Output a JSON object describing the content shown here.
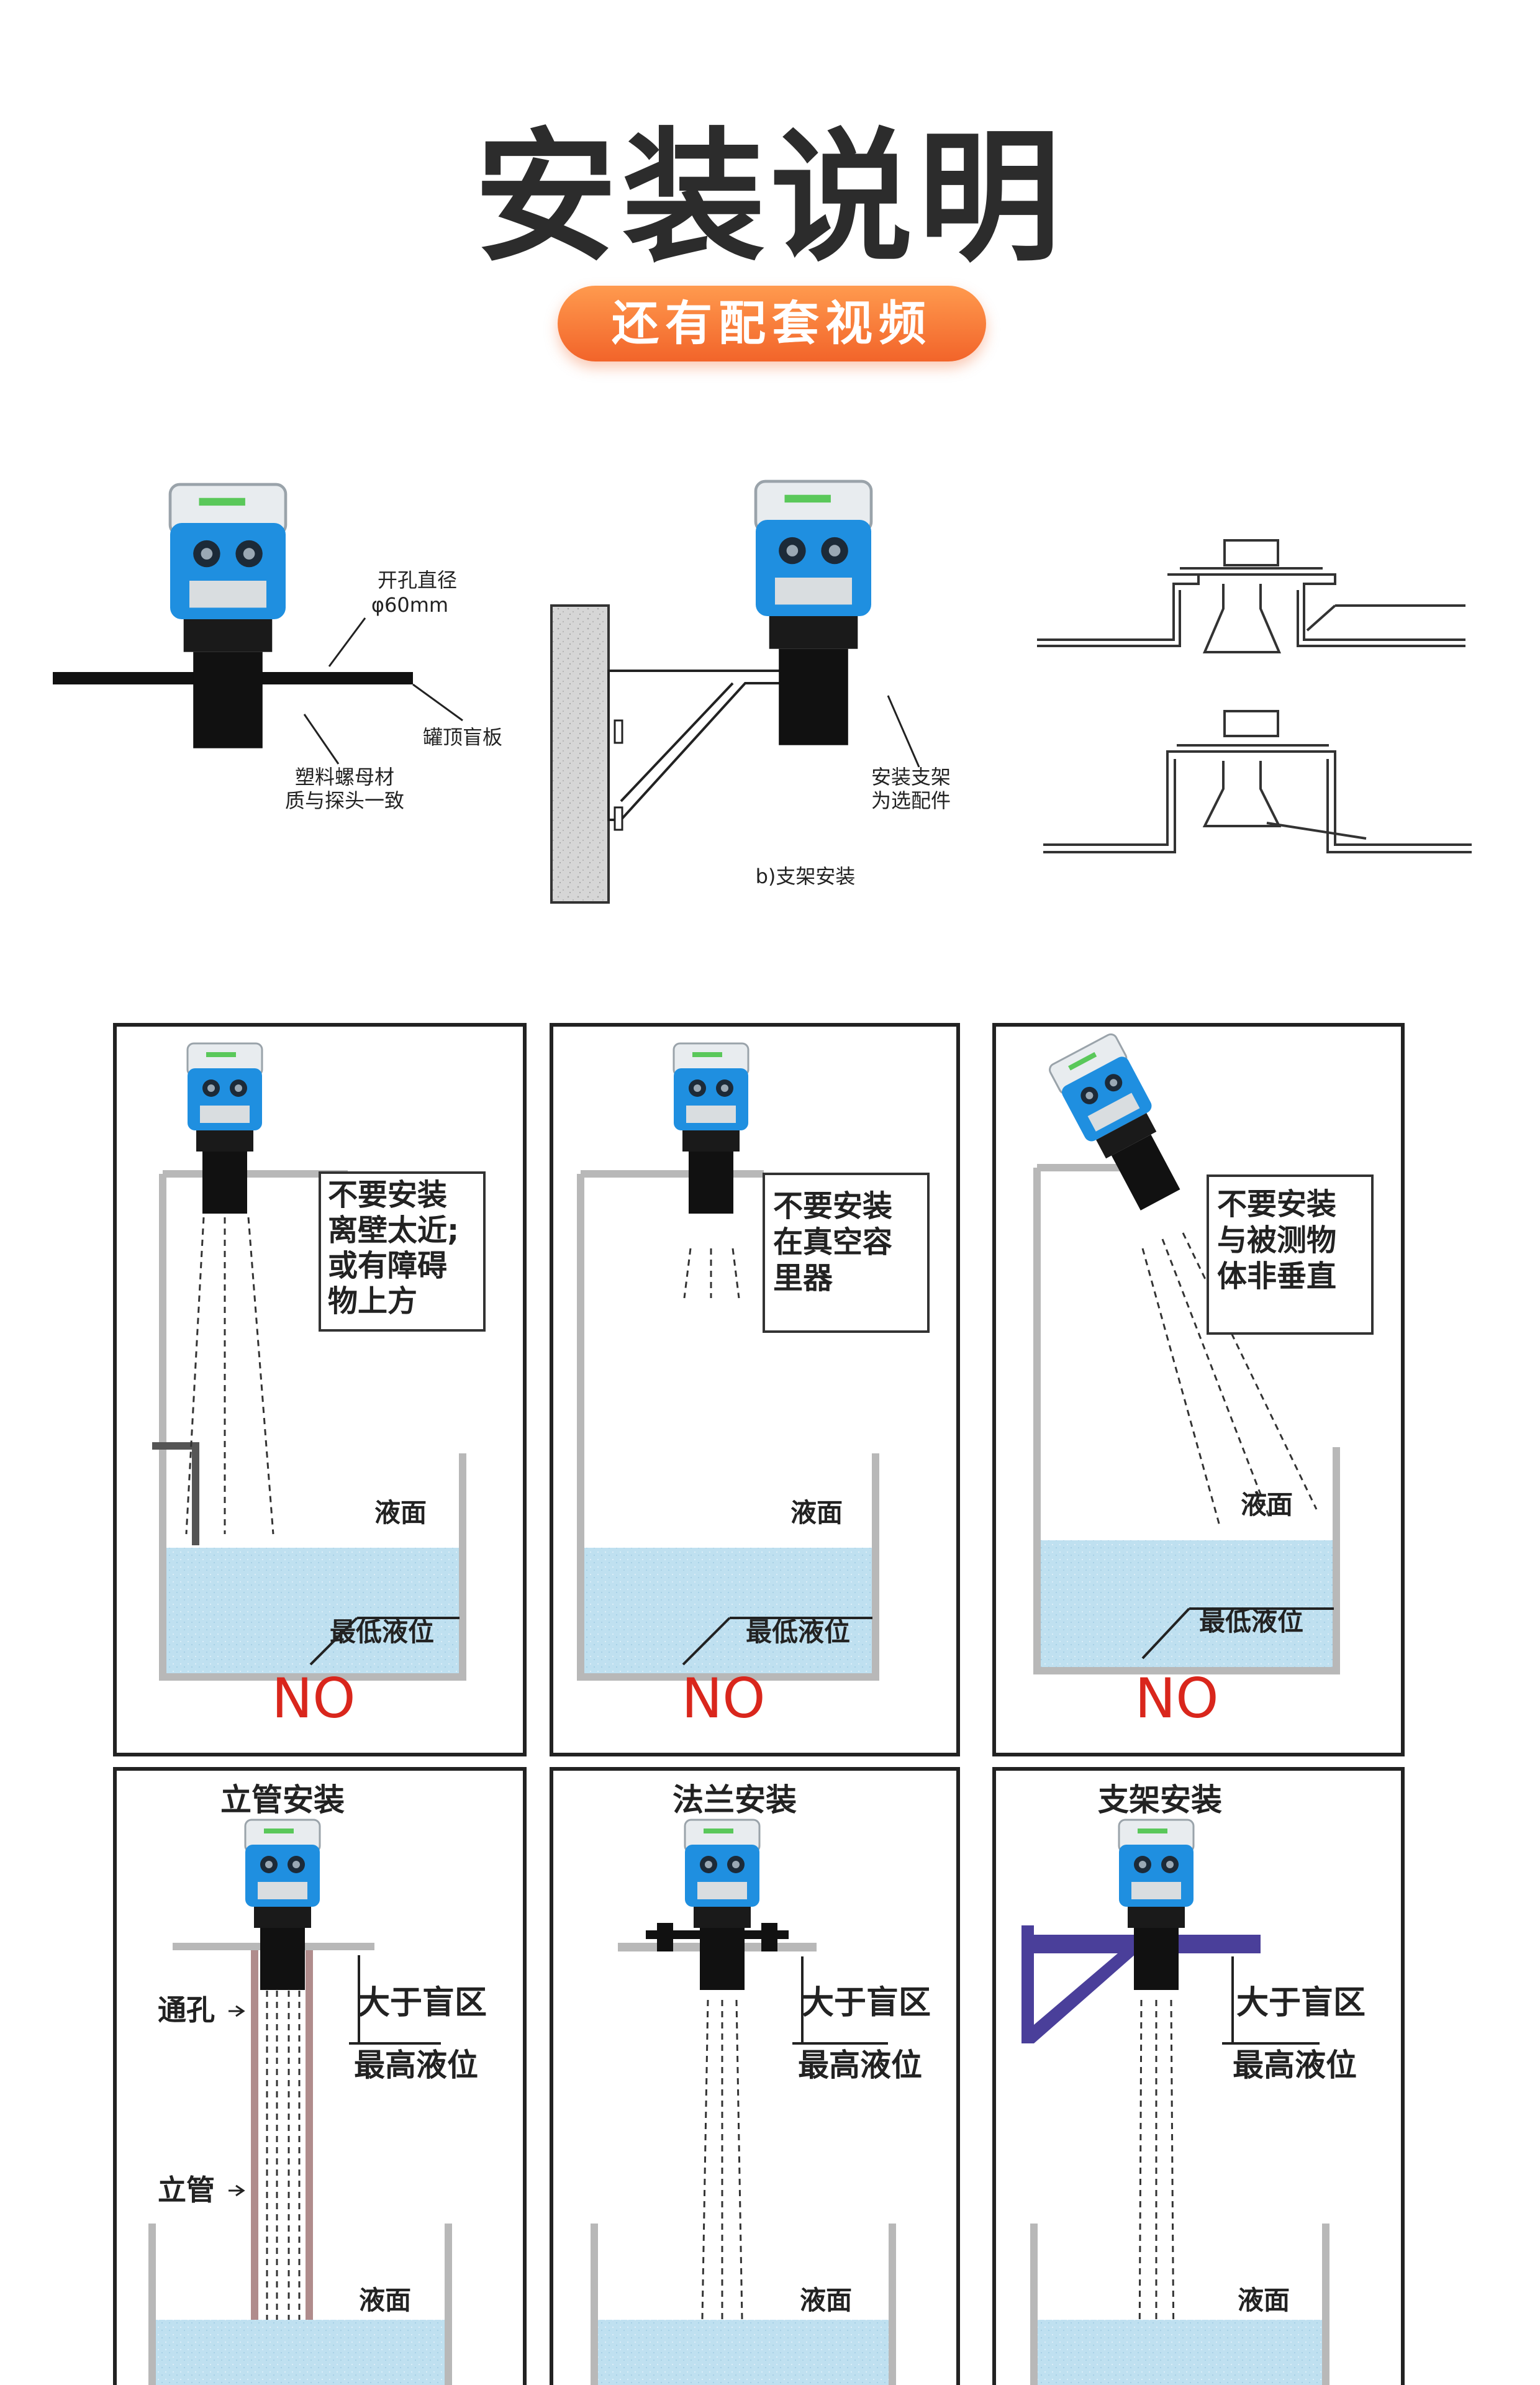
{
  "header": {
    "title": "安装说明",
    "video_button": "还有配套视频"
  },
  "top_diagrams": {
    "left": {
      "hole_label_1": "开孔直径",
      "hole_label_2": "φ60mm",
      "plate_label": "罐顶盲板",
      "nut_label_1": "塑料螺母材",
      "nut_label_2": "质与探头一致"
    },
    "middle": {
      "bracket_label_1": "安装支架",
      "bracket_label_2": "为选配件",
      "caption": "b)支架安装"
    }
  },
  "panels_no": [
    {
      "note": [
        "不要安装",
        "离壁太近;",
        "或有障碍",
        "物上方"
      ],
      "surface": "液面",
      "min_level": "最低液位",
      "verdict": "NO"
    },
    {
      "note": [
        "不要安装",
        "在真空容",
        "里器"
      ],
      "surface": "液面",
      "min_level": "最低液位",
      "verdict": "NO"
    },
    {
      "note": [
        "不要安装",
        "与被测物",
        "体非垂直"
      ],
      "surface": "液面",
      "min_level": "最低液位",
      "verdict": "NO"
    }
  ],
  "panels_ok": [
    {
      "title": "立管安装",
      "hole": "通孔",
      "pipe": "立管",
      "blind": "大于盲区",
      "max_level": "最高液位",
      "surface": "液面"
    },
    {
      "title": "法兰安装",
      "blind": "大于盲区",
      "max_level": "最高液位",
      "surface": "液面"
    },
    {
      "title": "支架安装",
      "blind": "大于盲区",
      "max_level": "最高液位",
      "surface": "液面"
    }
  ],
  "colors": {
    "sensor_blue": "#1f8fe0",
    "accent_orange": "#f2642a",
    "no_red": "#d9261c",
    "water": "#bfe0f0",
    "bracket_purple": "#4a3f9a"
  }
}
